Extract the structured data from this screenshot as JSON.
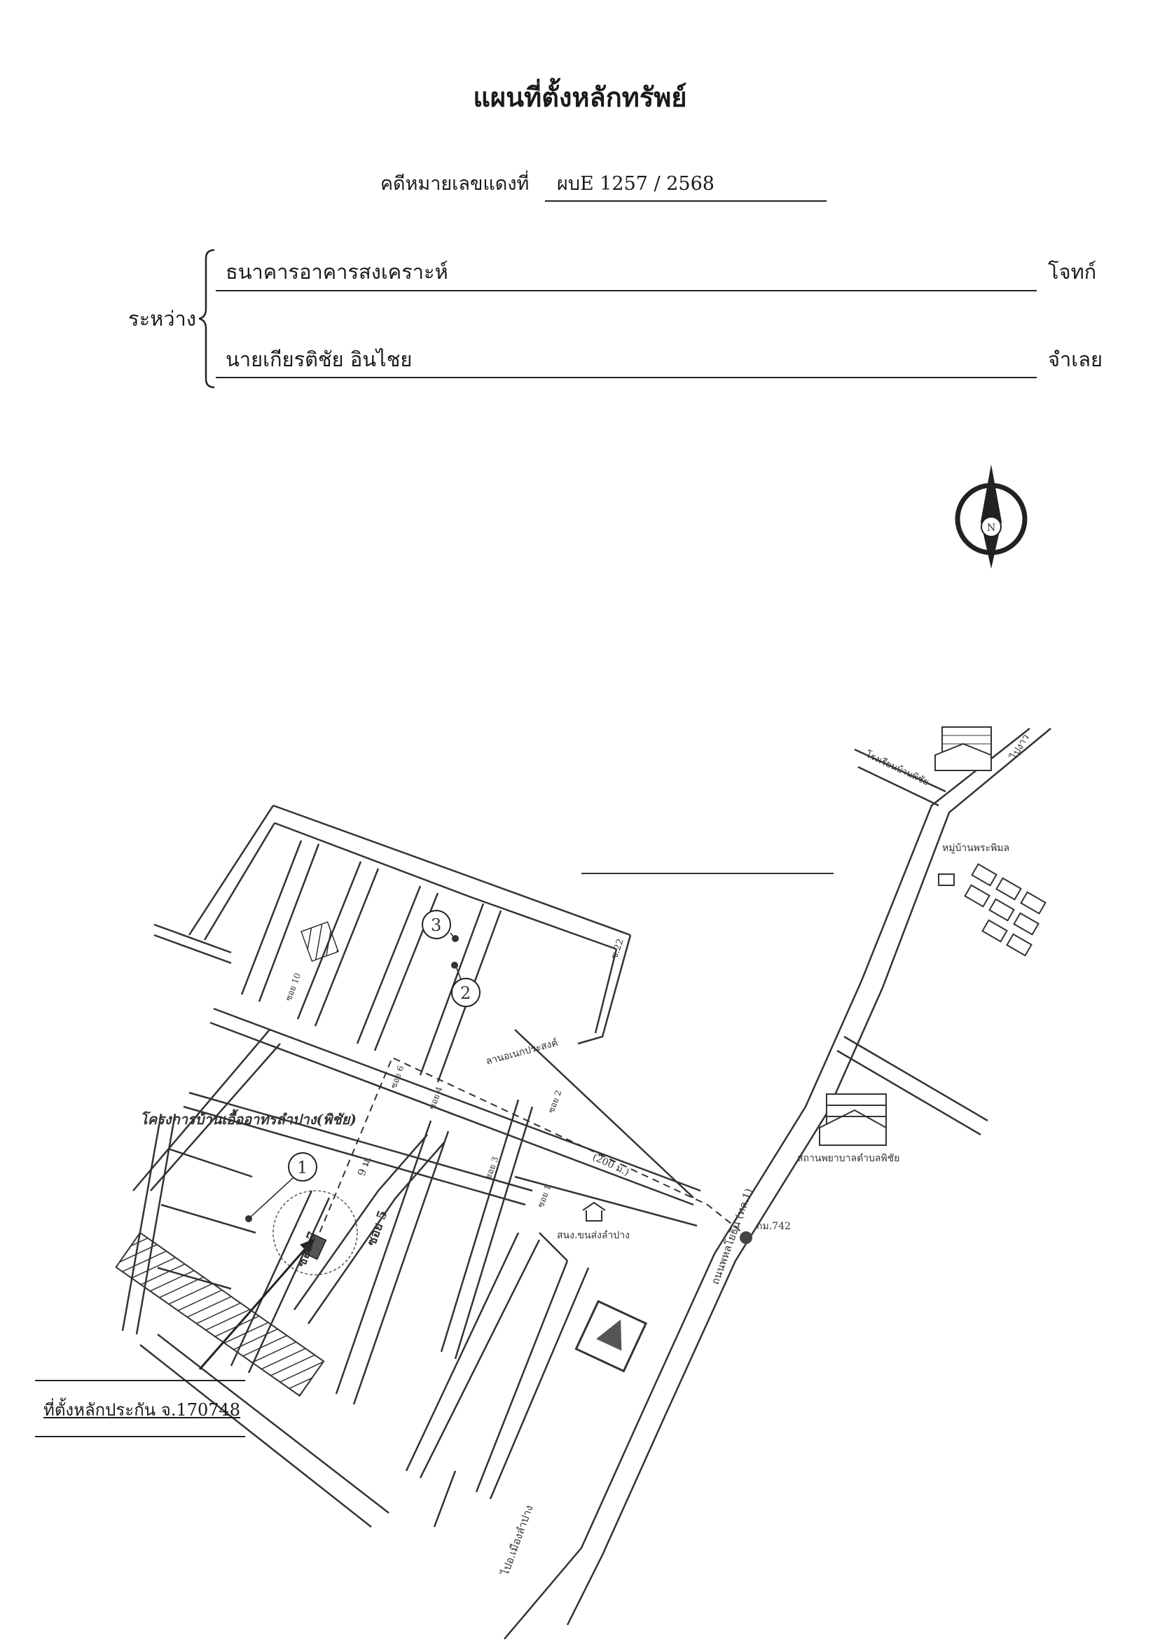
{
  "document": {
    "title": "แผนที่ตั้งหลักทรัพย์",
    "case_label": "คดีหมายเลขแดงที่",
    "case_number": "ผบE 1257 / 2568",
    "between_label": "ระหว่าง",
    "plaintiff": {
      "name": "ธนาคารอาคารสงเคราะห์",
      "role": "โจทก์"
    },
    "defendant": {
      "name": "นายเกียรติชัย อินไชย",
      "role": "จำเลย"
    }
  },
  "map": {
    "north_label": "N",
    "markers": [
      "1",
      "2",
      "3"
    ],
    "project_label": "โครงการบ้านเอื้ออาทรลำปาง(พิชัย)",
    "collateral_label": "ที่ตั้งหลักประกัน จ.170748",
    "soi_labels": {
      "soi1": "ซอย 1",
      "soi5": "ซอย 5",
      "soi2": "ซอย 2",
      "soi3": "ซอย 3",
      "soi4": "ซอย 4",
      "soi6": "ซอย 6",
      "soi7": "ซอย 7",
      "soi10": "ซอย 10"
    },
    "distance_9m": "9 ม.",
    "distance_200m": "(200 ม.)",
    "km_label": "กม.742",
    "main_road_label": "ถนนพหลโยธิน (ทล.1)",
    "to_lampang_label": "ไปอ.เมืองลำปาง",
    "to_ngao_label": "ไปงาว",
    "school_label": "โรงเรียนบ้านพิชัย",
    "village_label": "หมู่บ้านพระพิมล",
    "hospital_label": "สถานพยาบาลตำบลพิชัย",
    "office_label": "สนง.ขนส่งลำปาง",
    "field_label": "ลานอเนกประสงค์",
    "top_right_label": "ซ.22"
  }
}
